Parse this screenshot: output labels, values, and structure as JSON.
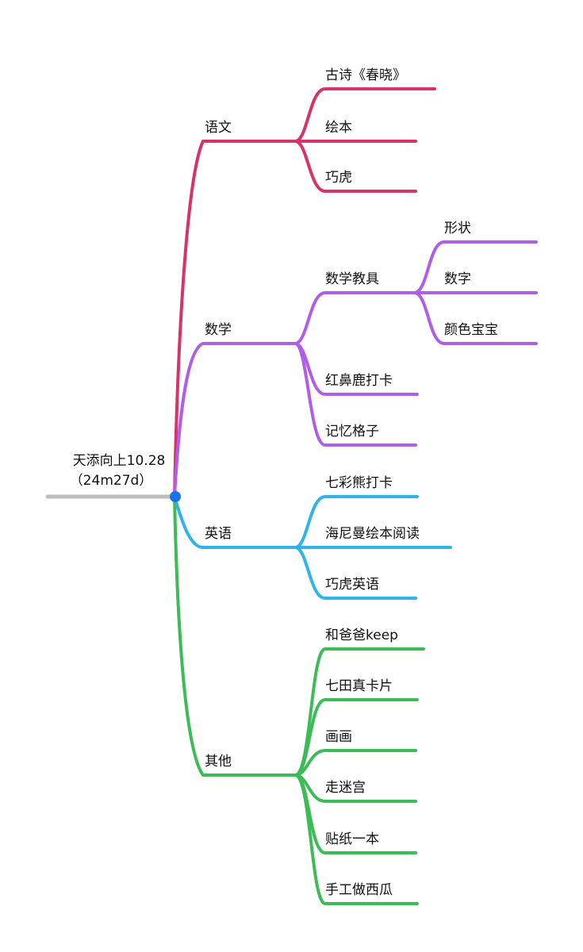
{
  "root": {
    "line1": "天添向上10.28",
    "line2": "（24m27d）"
  },
  "colors": {
    "root_line": "#bdbdbd",
    "root_dot": "#1a73e8"
  },
  "branches": [
    {
      "id": "yuwen",
      "label": "语文",
      "color": "#d6336c",
      "children": [
        {
          "label": "古诗《春晓》"
        },
        {
          "label": "绘本"
        },
        {
          "label": "巧虎"
        }
      ]
    },
    {
      "id": "shuxue",
      "label": "数学",
      "color": "#b05ee8",
      "children": [
        {
          "label": "数学教具",
          "children": [
            {
              "label": "形状"
            },
            {
              "label": "数字"
            },
            {
              "label": "颜色宝宝"
            }
          ]
        },
        {
          "label": "红鼻鹿打卡"
        },
        {
          "label": "记忆格子"
        }
      ]
    },
    {
      "id": "yingyu",
      "label": "英语",
      "color": "#2fb3ea",
      "children": [
        {
          "label": "七彩熊打卡"
        },
        {
          "label": "海尼曼绘本阅读"
        },
        {
          "label": "巧虎英语"
        }
      ]
    },
    {
      "id": "qita",
      "label": "其他",
      "color": "#3cbc56",
      "children": [
        {
          "label": "和爸爸keep"
        },
        {
          "label": "七田真卡片"
        },
        {
          "label": "画画"
        },
        {
          "label": "走迷宫"
        },
        {
          "label": "贴纸一本"
        },
        {
          "label": "手工做西瓜"
        }
      ]
    }
  ]
}
